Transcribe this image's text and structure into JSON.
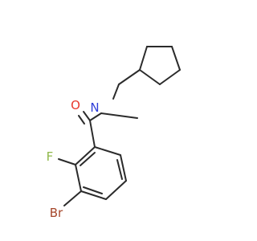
{
  "molecule": {
    "atom_labels": {
      "O": {
        "text": "O",
        "color": "#e8372c"
      },
      "N": {
        "text": "N",
        "color": "#2f3ed8"
      },
      "F": {
        "text": "F",
        "color": "#8fb84a"
      },
      "Br": {
        "text": "Br",
        "color": "#a5462a"
      }
    },
    "bond_color": "#2b2b2b",
    "background": "#ffffff"
  }
}
